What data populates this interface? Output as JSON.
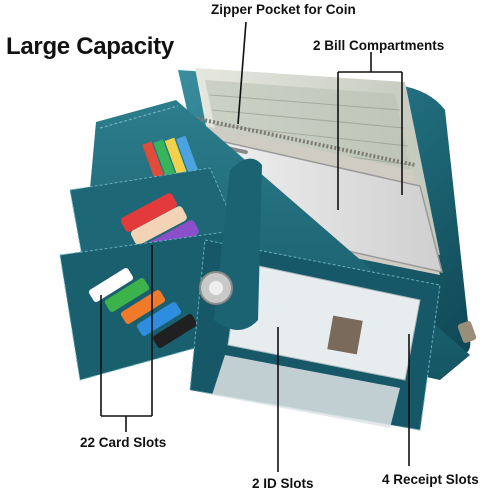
{
  "headline": "Large Capacity",
  "callouts": {
    "zipper_pocket": "Zipper Pocket for Coin",
    "bill_compartments": "2 Bill Compartments",
    "card_slots": "22 Card Slots",
    "id_slots": "2 ID Slots",
    "receipt_slots": "4 Receipt Slots"
  },
  "colors": {
    "leather": "#1f6a7a",
    "leather_dark": "#0f4653",
    "leather_light": "#3a8e9e",
    "lining": "#c9c4bc",
    "bill": "#d8dcd2",
    "text": "#111111"
  }
}
